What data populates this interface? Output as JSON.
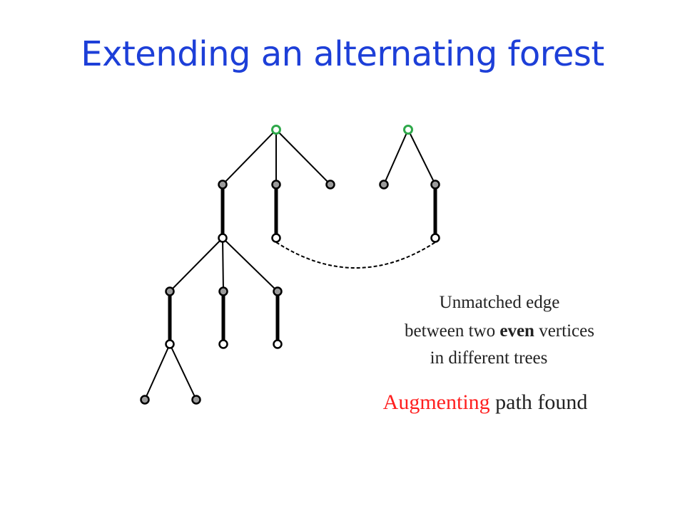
{
  "title": "Extending an alternating forest",
  "caption": {
    "line1": "Unmatched edge",
    "line2_pre": "between two ",
    "line2_bold": "even",
    "line2_post": " vertices",
    "line3": "in different trees"
  },
  "result": {
    "highlight": "Augmenting",
    "rest": " path found"
  },
  "colors": {
    "title": "#1d3fd8",
    "root": "#2ea84a",
    "odd_fill": "#9a9a9a",
    "even_fill": "#ffffff",
    "highlight": "#ff1f1f"
  },
  "vertices": [
    {
      "id": "r1",
      "kind": "root"
    },
    {
      "id": "r2",
      "kind": "root"
    },
    {
      "id": "a",
      "kind": "odd"
    },
    {
      "id": "b",
      "kind": "odd"
    },
    {
      "id": "c",
      "kind": "odd"
    },
    {
      "id": "d",
      "kind": "odd"
    },
    {
      "id": "e",
      "kind": "odd"
    },
    {
      "id": "a2",
      "kind": "even"
    },
    {
      "id": "b2",
      "kind": "even"
    },
    {
      "id": "e2",
      "kind": "even"
    },
    {
      "id": "f",
      "kind": "odd"
    },
    {
      "id": "g",
      "kind": "odd"
    },
    {
      "id": "h",
      "kind": "odd"
    },
    {
      "id": "f2",
      "kind": "even"
    },
    {
      "id": "g2",
      "kind": "even"
    },
    {
      "id": "h2",
      "kind": "even"
    },
    {
      "id": "i",
      "kind": "odd"
    },
    {
      "id": "j",
      "kind": "odd"
    }
  ],
  "edges": [
    {
      "from": "r1",
      "to": "a",
      "kind": "unmatched"
    },
    {
      "from": "r1",
      "to": "b",
      "kind": "unmatched"
    },
    {
      "from": "r1",
      "to": "c",
      "kind": "unmatched"
    },
    {
      "from": "r2",
      "to": "d",
      "kind": "unmatched"
    },
    {
      "from": "r2",
      "to": "e",
      "kind": "unmatched"
    },
    {
      "from": "a",
      "to": "a2",
      "kind": "matched"
    },
    {
      "from": "b",
      "to": "b2",
      "kind": "matched"
    },
    {
      "from": "e",
      "to": "e2",
      "kind": "matched"
    },
    {
      "from": "a2",
      "to": "f",
      "kind": "unmatched"
    },
    {
      "from": "a2",
      "to": "g",
      "kind": "unmatched"
    },
    {
      "from": "a2",
      "to": "h",
      "kind": "unmatched"
    },
    {
      "from": "f",
      "to": "f2",
      "kind": "matched"
    },
    {
      "from": "g",
      "to": "g2",
      "kind": "matched"
    },
    {
      "from": "h",
      "to": "h2",
      "kind": "matched"
    },
    {
      "from": "f2",
      "to": "i",
      "kind": "unmatched"
    },
    {
      "from": "f2",
      "to": "j",
      "kind": "unmatched"
    },
    {
      "from": "b2",
      "to": "e2",
      "kind": "dashed"
    }
  ]
}
